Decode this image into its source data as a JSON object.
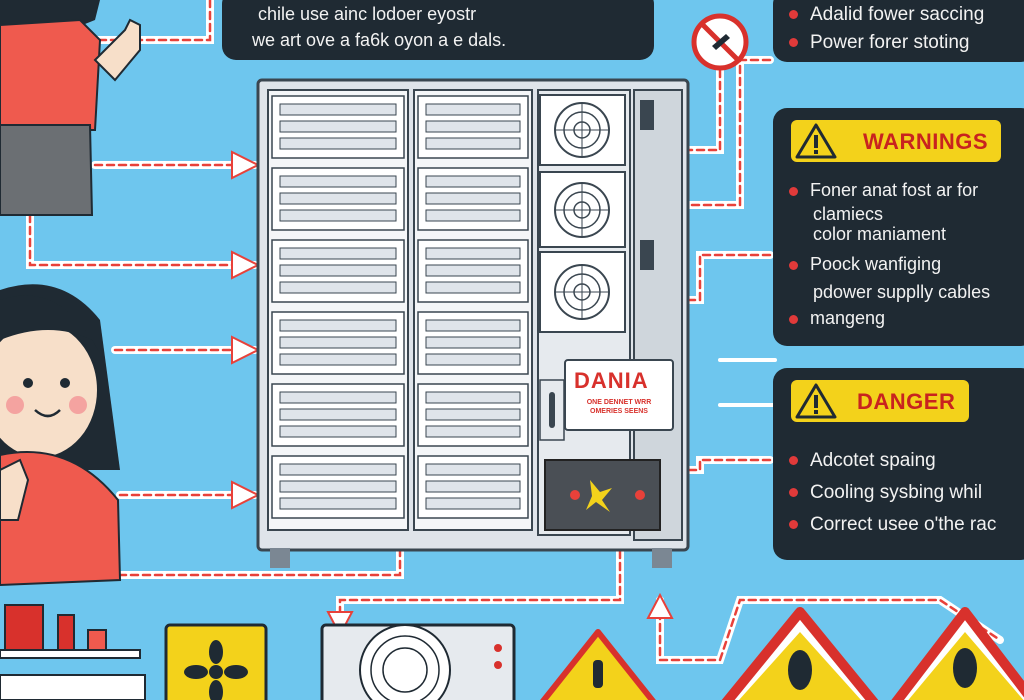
{
  "top_caption": {
    "line1": "chile use ainc lodoer eyostr",
    "line2": "we art ove a fa6k oyon a e dals."
  },
  "panel_top": {
    "items": [
      "Adalid fower saccing",
      "Power forer stoting"
    ]
  },
  "panel_warnings": {
    "title": "WARNINGS",
    "items": [
      {
        "lines": [
          "Foner anat fost ar for",
          "clamiecs",
          "color maniament"
        ]
      },
      {
        "lines": [
          "Poock wanfiging",
          "pdower supplly cables"
        ]
      },
      {
        "lines": [
          "mangeng"
        ]
      }
    ]
  },
  "panel_danger": {
    "title": "DANGER",
    "items": [
      "Adcotet spaing",
      "Cooling sysbing whil",
      "Correct usee o'the rac"
    ]
  },
  "rack_label": {
    "title": "DANIA",
    "subtitle": "ONE DENNET WRR OMERIES SEENS"
  },
  "colors": {
    "background": "#6ec6ee",
    "panel": "#1f2a33",
    "warning_yellow": "#f3d21b",
    "danger_red": "#d8312c",
    "arrow_red": "#e8413a"
  }
}
